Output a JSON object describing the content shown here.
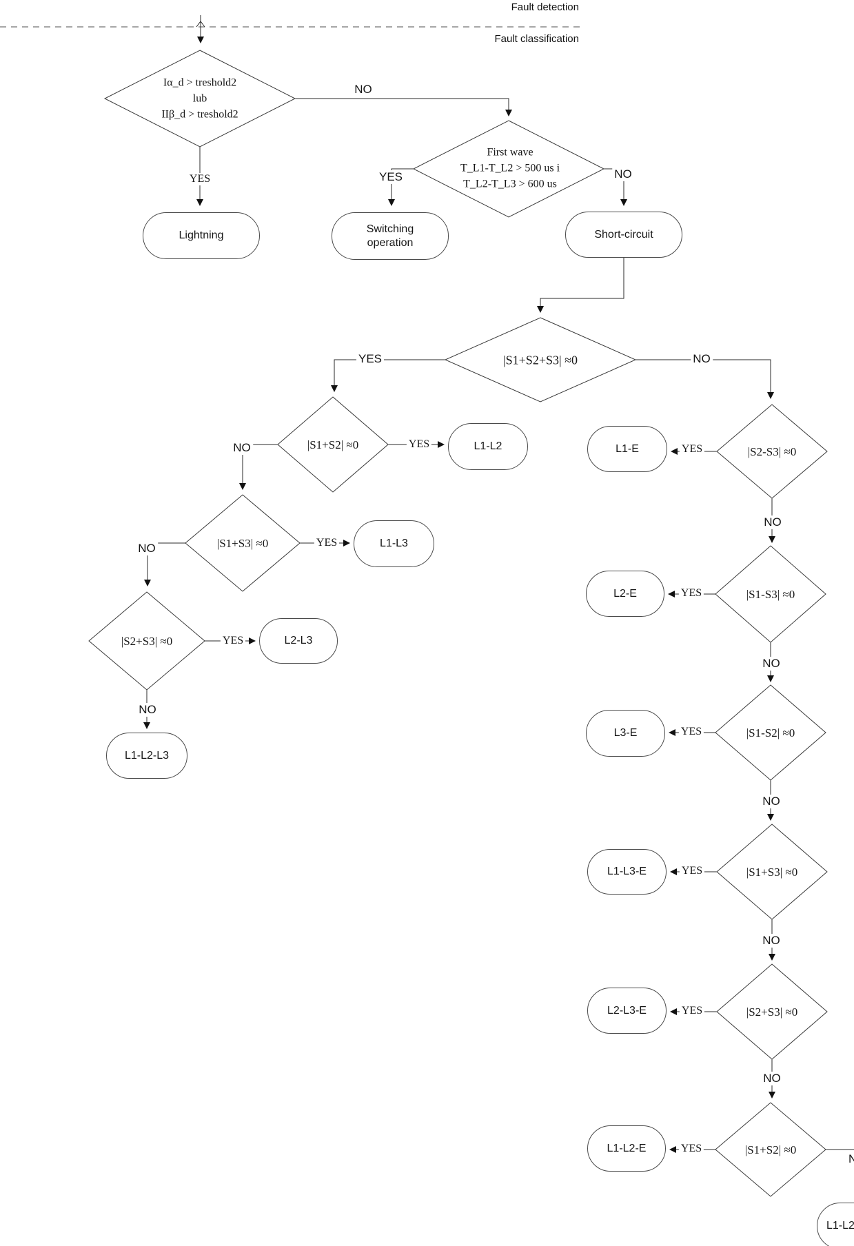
{
  "header": {
    "fault_detection": "Fault detection",
    "fault_classification": "Fault classification"
  },
  "labels": {
    "yes": "YES",
    "no": "NO"
  },
  "decisions": {
    "threshold": {
      "line1": "Iα_d > treshold2",
      "line2": "lub",
      "line3": "IIβ_d > treshold2"
    },
    "first_wave": {
      "line1": "First wave",
      "line2": "T_L1-T_L2 > 500 us i",
      "line3": "T_L2-T_L3 > 600 us"
    },
    "s1s2s3": {
      "label": "|S1+S2+S3| ≈0"
    },
    "s1s2": {
      "label": "|S1+S2| ≈0"
    },
    "s1s3": {
      "label": "|S1+S3| ≈0"
    },
    "s2s3": {
      "label": "|S2+S3| ≈0"
    },
    "s2_minus_s3": {
      "label": "|S2-S3| ≈0"
    },
    "s1_minus_s3": {
      "label": "|S1-S3| ≈0"
    },
    "s1_minus_s2": {
      "label": "|S1-S2| ≈0"
    },
    "s1s3_e": {
      "label": "|S1+S3| ≈0"
    },
    "s2s3_e": {
      "label": "|S2+S3| ≈0"
    },
    "s1s2_e": {
      "label": "|S1+S2| ≈0"
    }
  },
  "terminals": {
    "lightning": "Lightning",
    "switching": "Switching operation",
    "short_circuit": "Short-circuit",
    "l1_l2": "L1-L2",
    "l1_l3": "L1-L3",
    "l2_l3": "L2-L3",
    "l1_l2_l3": "L1-L2-L3",
    "l1_e": "L1-E",
    "l2_e": "L2-E",
    "l3_e": "L3-E",
    "l1_l3_e": "L1-L3-E",
    "l2_l3_e": "L2-L3-E",
    "l1_l2_e": "L1-L2-E",
    "bottom_partial": "L1-L2"
  }
}
